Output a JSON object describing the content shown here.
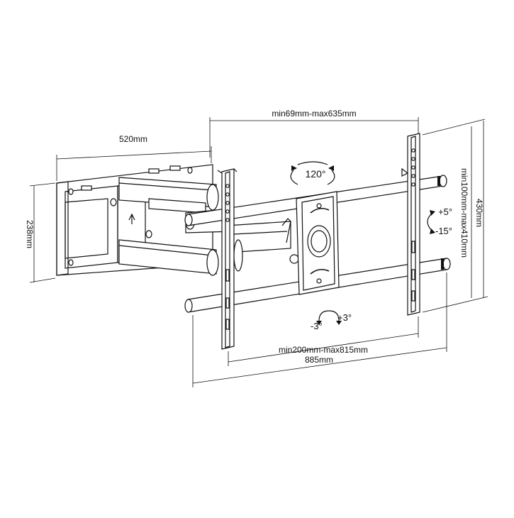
{
  "diagram": {
    "dimensions": {
      "wall_plate_width": "520mm",
      "wall_plate_height": "238mm",
      "extension": "min69mm-max635mm",
      "vesa_vertical": "min100mm-max410mm",
      "overall_height": "430mm",
      "vesa_horizontal": "min200mm-max815mm",
      "overall_width": "885mm"
    },
    "angles": {
      "swivel": "120°",
      "tilt_up": "+5°",
      "tilt_down": "-15°",
      "level_left": "-3°",
      "level_right": "+3°"
    }
  }
}
